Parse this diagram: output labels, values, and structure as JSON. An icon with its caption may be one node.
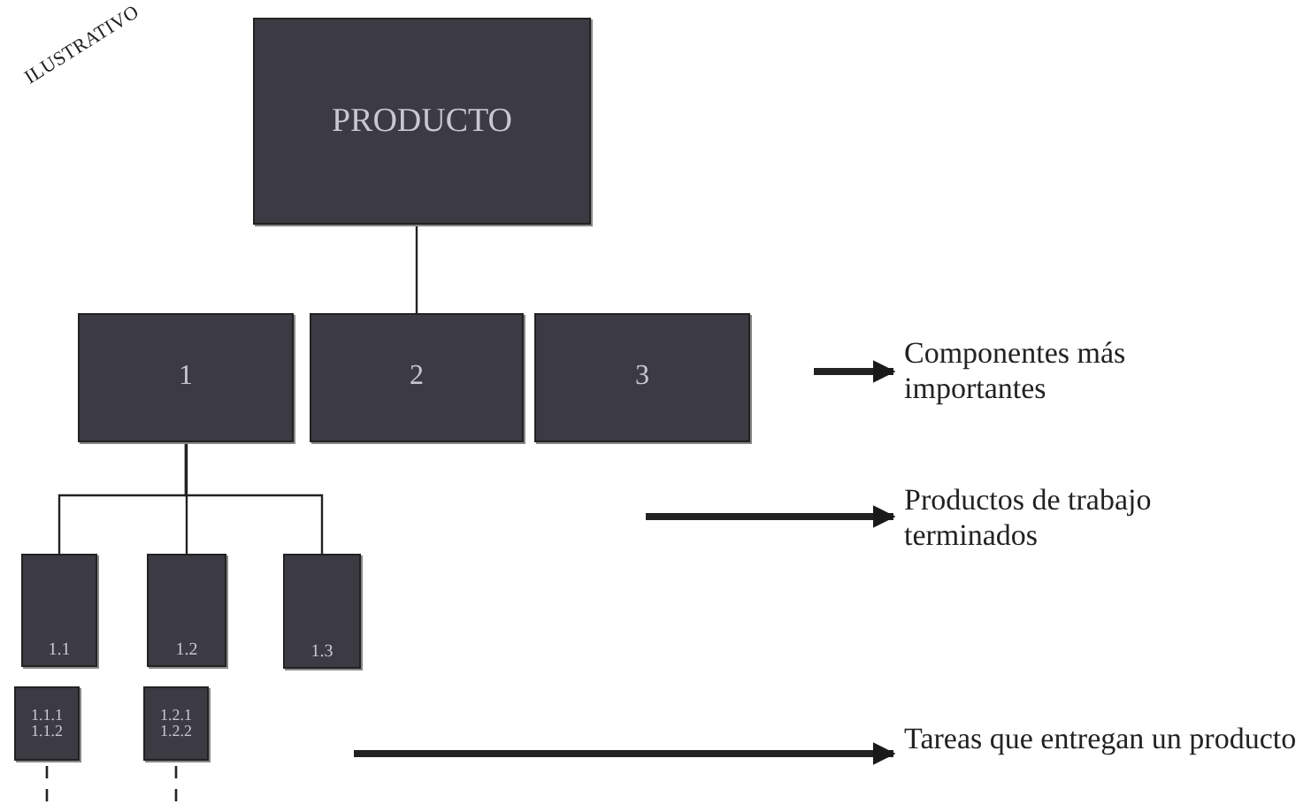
{
  "diagram": {
    "nodes": [
      {
        "text": [
          "PRODUCTO"
        ]
      },
      {
        "text": [
          "1"
        ]
      },
      {
        "text": [
          "2"
        ]
      },
      {
        "text": [
          "3"
        ]
      },
      {
        "text": [
          "1.1"
        ]
      },
      {
        "text": [
          "1.2"
        ]
      },
      {
        "text": [
          "1.3"
        ]
      },
      {
        "text": [
          "1.1.1",
          "1.1.2"
        ]
      },
      {
        "text": [
          "1.2.1",
          "1.2.2"
        ]
      },
      {
        "text": [
          "Componentes más importantes"
        ]
      },
      {
        "text": [
          "Productos de trabajo terminados"
        ]
      },
      {
        "text": [
          "Tareas que entregan un producto"
        ]
      }
    ],
    "edges": [
      {
        "from": 0,
        "to": 2,
        "arrow": "none"
      },
      {
        "from": 1,
        "to": 4,
        "arrow": "none"
      },
      {
        "from": 1,
        "to": 5,
        "arrow": "none"
      },
      {
        "from": 1,
        "to": 6,
        "arrow": "none"
      },
      {
        "from": 7,
        "to": null,
        "arrow": "none",
        "style": "dashed"
      },
      {
        "from": 8,
        "to": null,
        "arrow": "none",
        "style": "dashed"
      },
      {
        "from": null,
        "to": 9,
        "arrow": "to",
        "style": "thick"
      },
      {
        "from": null,
        "to": 10,
        "arrow": "to",
        "style": "thick"
      },
      {
        "from": null,
        "to": 11,
        "arrow": "to",
        "style": "thick"
      }
    ],
    "labels": [
      "ILUSTRATIVO"
    ]
  }
}
